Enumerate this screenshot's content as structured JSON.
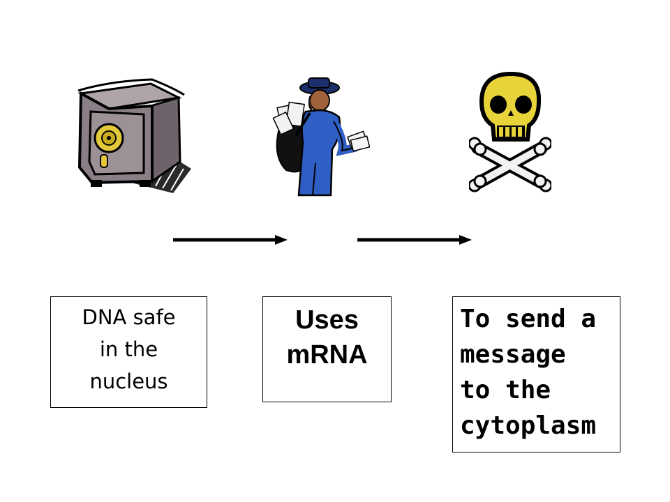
{
  "diagram": {
    "steps": [
      {
        "id": "dna",
        "icon": "safe-icon",
        "lines": [
          "DNA safe",
          "in the",
          "nucleus"
        ]
      },
      {
        "id": "mrna",
        "icon": "mail-carrier-icon",
        "lines": [
          "Uses",
          "mRNA"
        ]
      },
      {
        "id": "msg",
        "icon": "skull-crossbones-icon",
        "lines": [
          "To send a",
          "message",
          "to the",
          "cytoplasm"
        ]
      }
    ],
    "colors": {
      "safe": "#8a7f86",
      "skull": "#e8d43a",
      "uniform": "#2f5fc4",
      "dial": "#e2c83a"
    }
  }
}
